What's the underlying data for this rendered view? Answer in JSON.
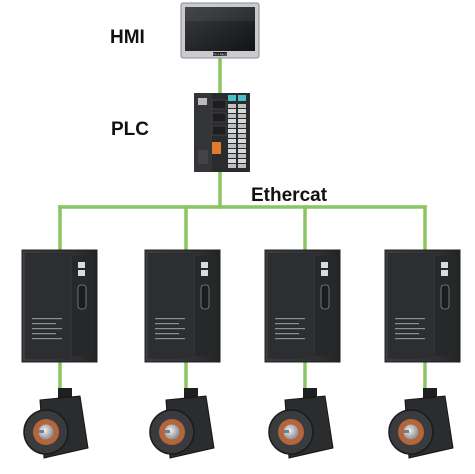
{
  "labels": {
    "hmi": "HMI",
    "plc": "PLC",
    "bus": "Ethercat"
  },
  "hmi_screen": {
    "brand": "Pro-face"
  },
  "colors": {
    "bus_line": "#8cc460",
    "device_body": "#2f3133",
    "device_edge": "#1f2022",
    "motor_body": "#2b2c2e",
    "shaft": "#c7c9cc",
    "copper": "#b5653c",
    "plc_teal": "#48c0c8",
    "plc_orange": "#e07a2e"
  },
  "icons": {
    "hmi": "touch-panel-icon",
    "plc": "plc-controller-icon",
    "drive": "servo-drive-icon",
    "motor": "servo-motor-icon"
  },
  "servo_axes": [
    {
      "id": "axis-1"
    },
    {
      "id": "axis-2"
    },
    {
      "id": "axis-3"
    },
    {
      "id": "axis-4"
    }
  ]
}
